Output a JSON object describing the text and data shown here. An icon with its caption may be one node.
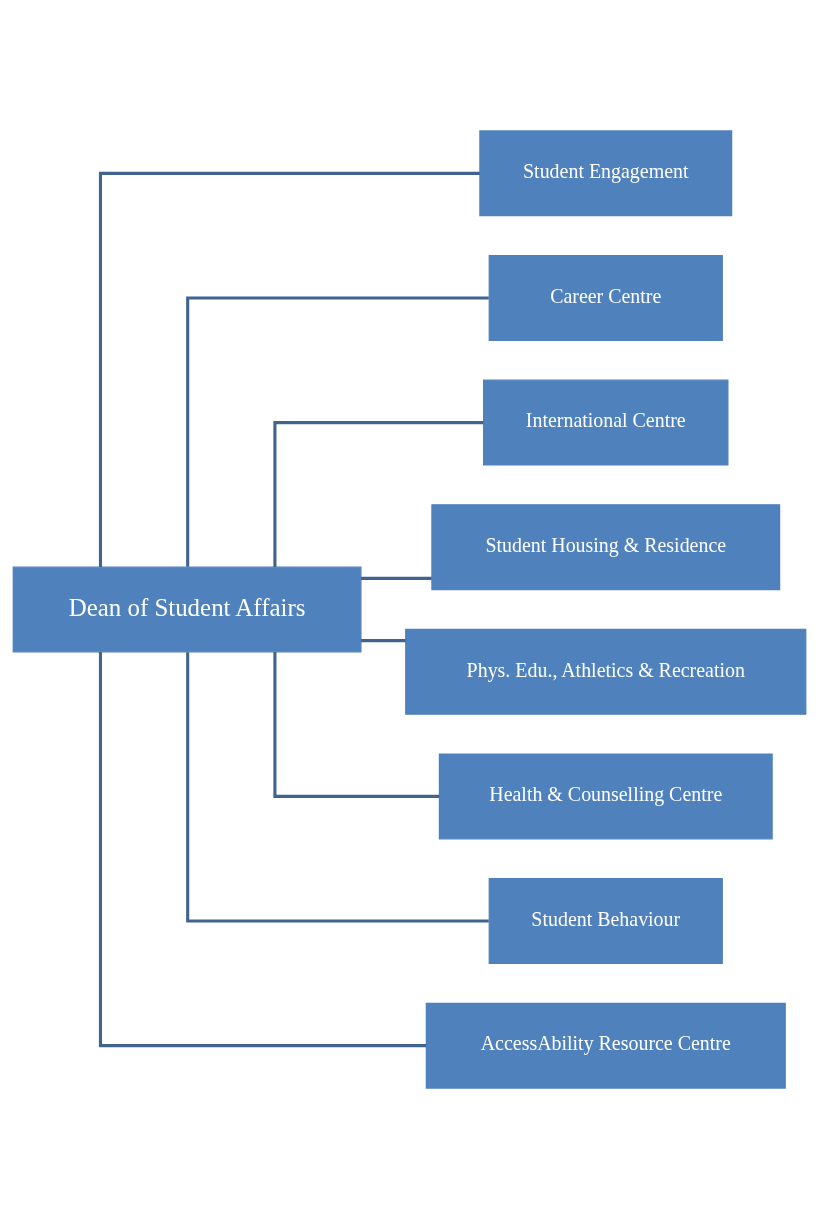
{
  "diagram": {
    "nodes": [
      {
        "text": [
          "Dean of Student Affairs"
        ]
      },
      {
        "text": [
          "Student Engagement"
        ]
      },
      {
        "text": [
          "Career Centre"
        ]
      },
      {
        "text": [
          "International Centre"
        ]
      },
      {
        "text": [
          "Student Housing & Residence"
        ]
      },
      {
        "text": [
          "Phys. Edu., Athletics & Recreation"
        ]
      },
      {
        "text": [
          "Health & Counselling Centre"
        ]
      },
      {
        "text": [
          "Student Behaviour"
        ]
      },
      {
        "text": [
          "AccessAbility Resource Centre"
        ]
      }
    ],
    "edges": [
      {
        "from": 0,
        "to": 1,
        "arrow": "none"
      },
      {
        "from": 0,
        "to": 2,
        "arrow": "none"
      },
      {
        "from": 0,
        "to": 3,
        "arrow": "none"
      },
      {
        "from": 0,
        "to": 4,
        "arrow": "none"
      },
      {
        "from": 0,
        "to": 5,
        "arrow": "none"
      },
      {
        "from": 0,
        "to": 6,
        "arrow": "none"
      },
      {
        "from": 0,
        "to": 7,
        "arrow": "none"
      },
      {
        "from": 0,
        "to": 8,
        "arrow": "none"
      }
    ]
  }
}
